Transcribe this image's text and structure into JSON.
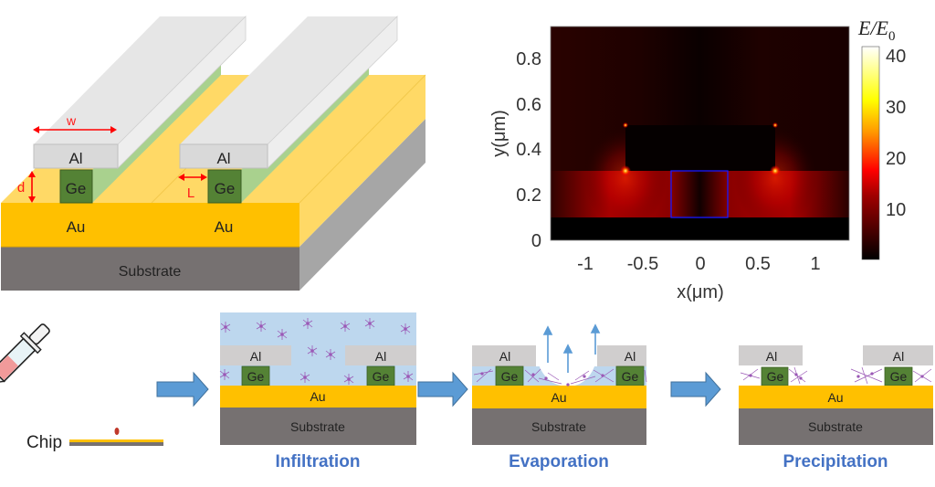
{
  "structure_3d": {
    "labels": {
      "al_left": "Al",
      "al_right": "Al",
      "ge_left": "Ge",
      "ge_right": "Ge",
      "au_left": "Au",
      "au_right": "Au",
      "substrate": "Substrate"
    },
    "dimensions": {
      "w": "w",
      "d": "d",
      "L": "L"
    },
    "colors": {
      "al": "#d9d9d9",
      "al_top": "#e6e6e6",
      "ge": "#548235",
      "ge_side": "#a9d18e",
      "au_front": "#ffc000",
      "au_top": "#ffd966",
      "substrate_front": "#767171",
      "substrate_side": "#a6a6a6",
      "dimension": "#ff0000"
    }
  },
  "field_map": {
    "colorbar_title": "E/E",
    "colorbar_subscript": "0",
    "colorbar_ticks": [
      "10",
      "20",
      "30",
      "40"
    ],
    "xlabel": "x(μm)",
    "ylabel": "y(μm)",
    "xticks": [
      "-1",
      "-0.5",
      "0",
      "0.5",
      "1"
    ],
    "yticks": [
      "0",
      "0.2",
      "0.4",
      "0.6",
      "0.8"
    ]
  },
  "chart_data": {
    "type": "heatmap",
    "title": "",
    "xlabel": "x(μm)",
    "ylabel": "y(μm)",
    "xlim": [
      -1.3,
      1.3
    ],
    "ylim": [
      0,
      0.92
    ],
    "xticks": [
      -1,
      -0.5,
      0,
      0.5,
      1
    ],
    "yticks": [
      0,
      0.2,
      0.4,
      0.6,
      0.8
    ],
    "colorbar": {
      "label": "E/E0",
      "range": [
        1,
        42
      ],
      "ticks": [
        10,
        20,
        30,
        40
      ],
      "colormap": "hot"
    },
    "regions": [
      {
        "name": "Au substrate",
        "x": [
          -1.3,
          1.3
        ],
        "y": [
          0,
          0.1
        ],
        "field": "~0"
      },
      {
        "name": "Al strip",
        "x": [
          -0.65,
          0.65
        ],
        "y": [
          0.3,
          0.5
        ],
        "field": "~0"
      },
      {
        "name": "Ge gap (outlined blue)",
        "x": [
          -0.25,
          0.25
        ],
        "y": [
          0.1,
          0.3
        ],
        "field": "minimum at center"
      },
      {
        "name": "gap region under Al",
        "x": [
          -0.65,
          0.65
        ],
        "y": [
          0.1,
          0.3
        ],
        "field": "~10-15"
      },
      {
        "name": "Al corner hotspots",
        "points": [
          [
            -0.65,
            0.3
          ],
          [
            0.65,
            0.3
          ],
          [
            -0.65,
            0.5
          ],
          [
            0.65,
            0.5
          ]
        ],
        "field": "~40"
      }
    ]
  },
  "process": {
    "chip_label": "Chip",
    "steps": [
      {
        "name": "Infiltration",
        "al": "Al",
        "ge": "Ge",
        "au": "Au",
        "substrate": "Substrate"
      },
      {
        "name": "Evaporation",
        "al": "Al",
        "ge": "Ge",
        "au": "Au",
        "substrate": "Substrate"
      },
      {
        "name": "Precipitation",
        "al": "Al",
        "ge": "Ge",
        "au": "Au",
        "substrate": "Substrate"
      }
    ],
    "colors": {
      "arrow": "#5b9bd5",
      "liquid": "#bdd7ee",
      "molecule": "#9b59b6",
      "step_label": "#4472C4"
    }
  }
}
